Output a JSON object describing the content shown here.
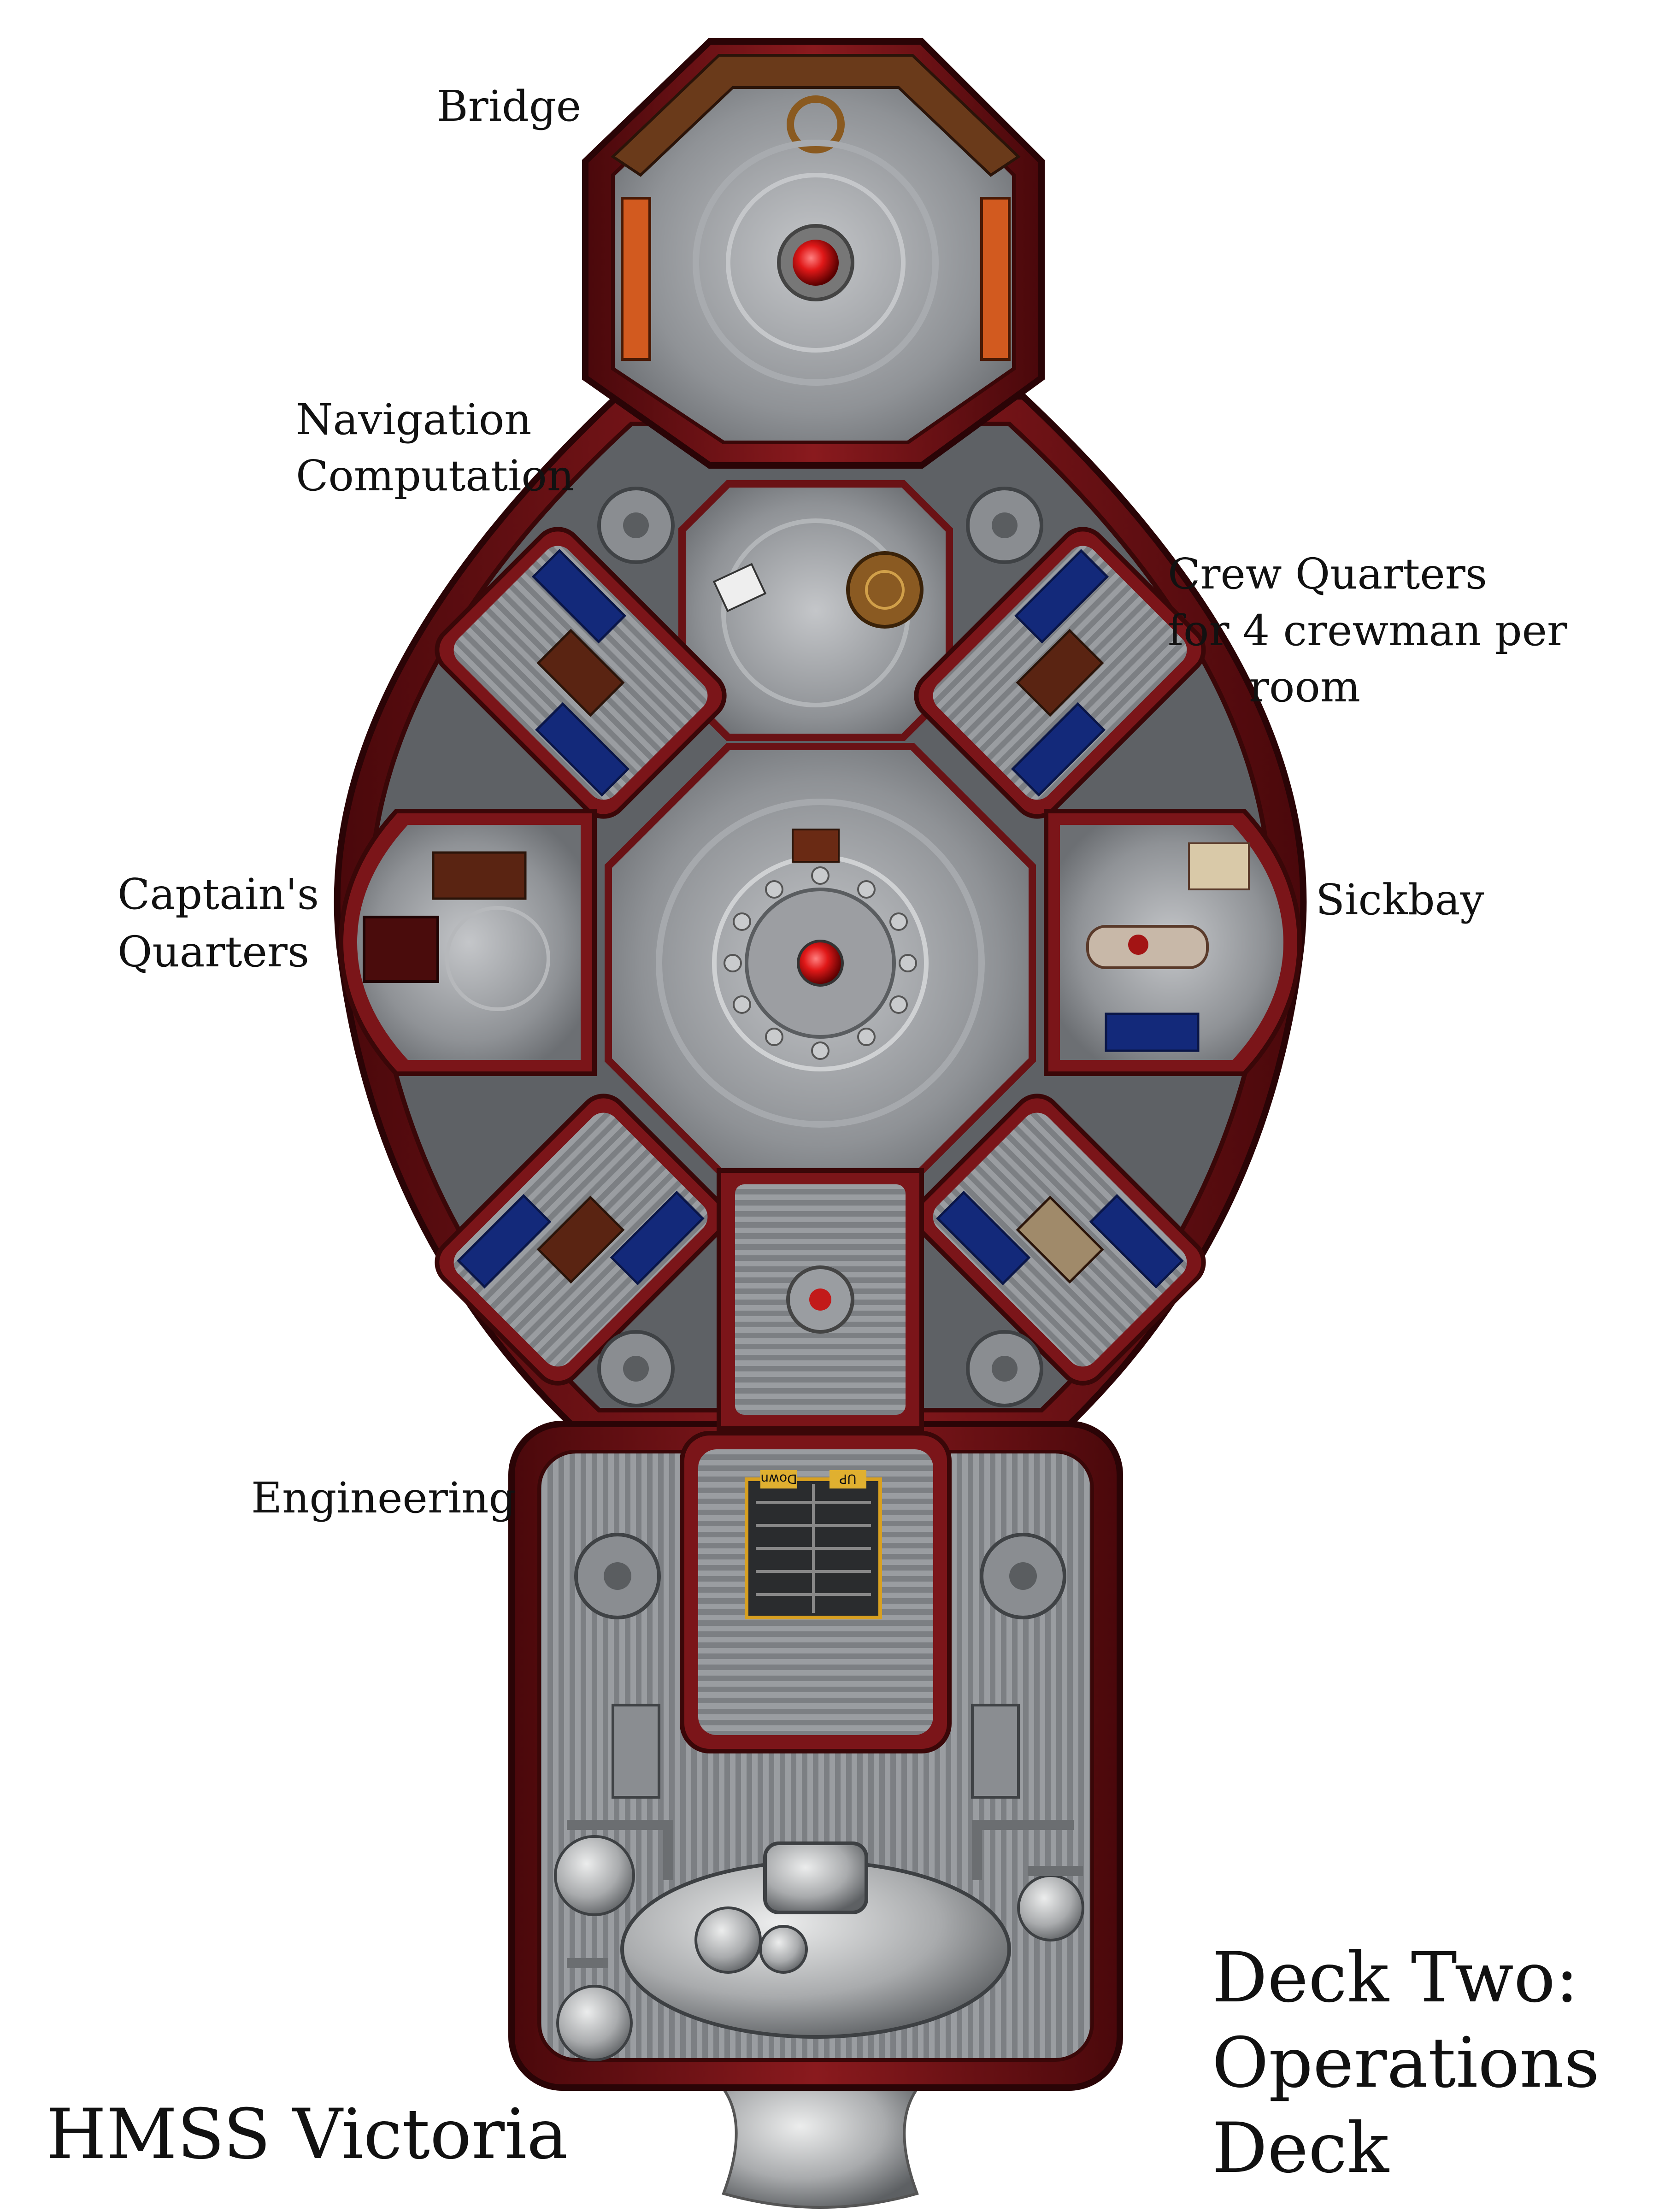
{
  "labels": {
    "bridge": "Bridge",
    "navigation_1": "Navigation",
    "navigation_2": "Computation",
    "crew_1": "Crew Quarters",
    "crew_2": "for 4 crewman per",
    "crew_3": "room",
    "captain_1": "Captain's",
    "captain_2": "Quarters",
    "sickbay": "Sickbay",
    "engineering": "Engineering",
    "deck_1": "Deck Two:",
    "deck_2": "Operations",
    "deck_3": "Deck",
    "ship": "HMSS Victoria"
  },
  "stairs": {
    "up": "UP",
    "down": "Down"
  },
  "colors": {
    "hull": "#6e1216",
    "hull_edge": "#3a0708",
    "floor": "#8d8f93",
    "floor_light": "#b6b8bb",
    "bed": "#13297a",
    "wood": "#5a2412",
    "core": "#d31a1a",
    "accent": "#2aa6a6"
  }
}
